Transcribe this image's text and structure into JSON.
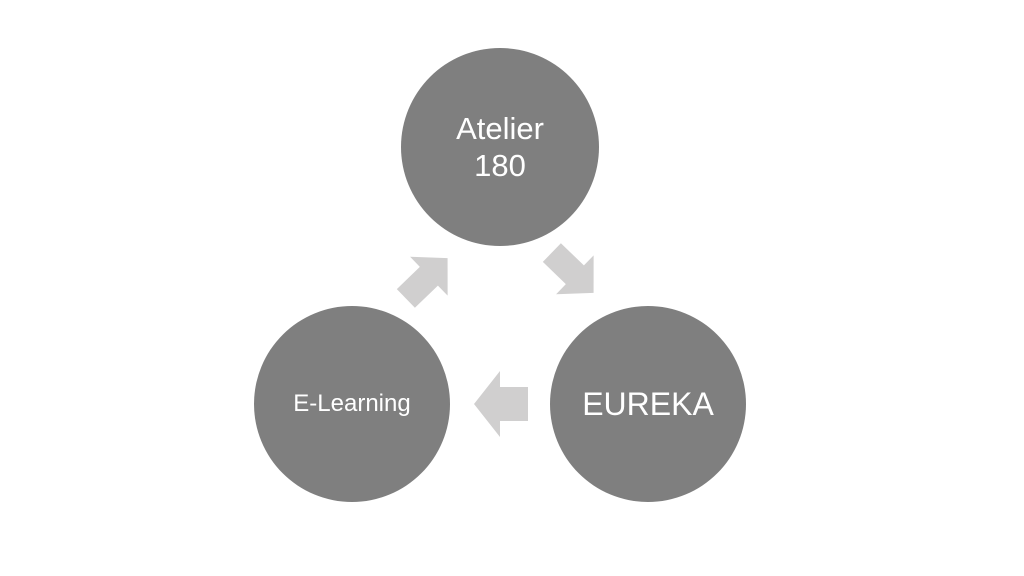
{
  "diagram": {
    "type": "cycle",
    "colors": {
      "node_fill": "#7f7f7f",
      "node_text": "#ffffff",
      "arrow_fill": "#d0cfcf"
    },
    "nodes": [
      {
        "id": "top",
        "lines": [
          "Atelier",
          "180"
        ]
      },
      {
        "id": "right",
        "lines": [
          "EUREKA"
        ]
      },
      {
        "id": "left",
        "lines": [
          "E-Learning"
        ]
      }
    ],
    "edges": [
      {
        "from": "top",
        "to": "right"
      },
      {
        "from": "right",
        "to": "left"
      },
      {
        "from": "left",
        "to": "top"
      }
    ]
  }
}
